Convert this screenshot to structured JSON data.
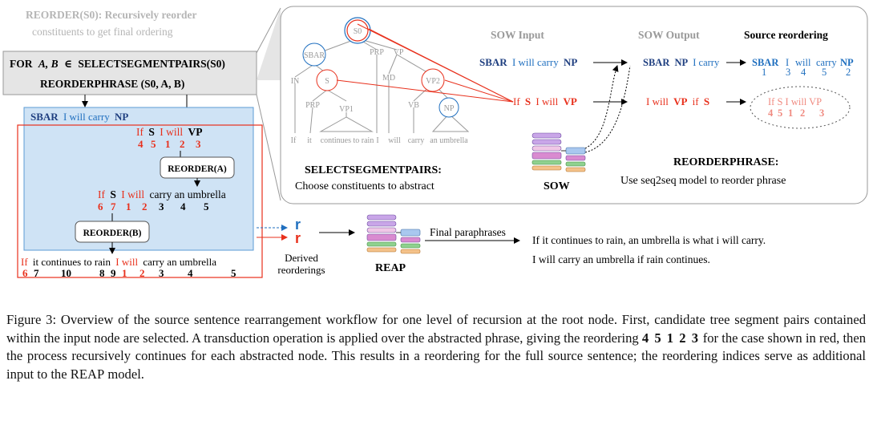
{
  "colors": {
    "blue": "#1f6fbf",
    "red": "#e8301c",
    "grey": "#b5b5b5",
    "box_fill": "#cfe3f5",
    "box_stroke": "#5b9bd5",
    "panel_stroke": "#999999",
    "salmon": "#f08a80"
  },
  "top_left": {
    "title": "REORDER(S0): Recursively reorder",
    "title_cont": "constituents to get final ordering"
  },
  "for_box": {
    "line1_prefix": "FOR",
    "line1_vars": "A, B",
    "line1_in": "∈",
    "line1_fn": "SELECTSEGMENTPAIRS(S0)",
    "line2": "REORDERPHRASE (S0, A, B)"
  },
  "blue_box": {
    "head_tag": "SBAR",
    "head_text": "I will carry",
    "head_np": "NP"
  },
  "step1": {
    "tokens": [
      "If",
      "S",
      "I will",
      "VP"
    ],
    "indices": [
      "4",
      "5",
      "1",
      "2",
      "3"
    ]
  },
  "reorder_a": "REORDER(A)",
  "step2": {
    "text_red": "If",
    "tag": "S",
    "text_red2": "I will",
    "text_black": "carry an umbrella",
    "indices": [
      "6",
      "7",
      "1",
      "2",
      "3",
      "4",
      "5"
    ]
  },
  "reorder_b": "REORDER(B)",
  "step3": {
    "red1": "If",
    "black1": "it continues to rain",
    "red2": "I will",
    "black2": "carry an umbrella",
    "indices": [
      "6",
      "7",
      "10",
      "8",
      "9",
      "1",
      "2",
      "3",
      "4",
      "5"
    ]
  },
  "tree": {
    "nodes": [
      "S0",
      "SBAR",
      "PRP",
      "VP",
      "IN",
      "S",
      "MD",
      "VP2",
      "PRP",
      "VP1",
      "VB",
      "NP"
    ],
    "leaves": [
      "If",
      "it",
      "continues to rain",
      "I",
      "will",
      "carry",
      "an umbrella"
    ]
  },
  "sow": {
    "input_header": "SOW Input",
    "output_header": "SOW Output",
    "source_header": "Source reordering",
    "row1_in": {
      "tag": "SBAR",
      "text": "I will carry",
      "np": "NP"
    },
    "row1_out": {
      "tag": "SBAR",
      "np": "NP",
      "text": "I carry"
    },
    "row1_src": {
      "tag": "SBAR",
      "words": [
        "I",
        "will",
        "carry"
      ],
      "np": "NP",
      "indices": [
        "1",
        "3",
        "4",
        "5",
        "2"
      ]
    },
    "row2_in": {
      "if": "If",
      "s": "S",
      "iwill": "I will",
      "vp": "VP"
    },
    "row2_out": {
      "iwill": "I will",
      "vp": "VP",
      "if": "if",
      "s": "S"
    },
    "row2_src": {
      "text": "If S I will VP",
      "indices": [
        "4",
        "5",
        "1",
        "2",
        "3"
      ]
    },
    "select_title": "SELECTSEGMENTPAIRS:",
    "select_sub": "Choose constituents to abstract",
    "sow_label": "SOW",
    "reorder_title": "REORDERPHRASE:",
    "reorder_sub": "Use seq2seq model to reorder phrase"
  },
  "bottom": {
    "r_label": "r",
    "derived": "Derived",
    "reorderings": "reorderings",
    "reap_label": "REAP",
    "final_paraphrases": "Final paraphrases",
    "para1": "If it continues to rain, an umbrella is what i will carry.",
    "para2": "I will carry an umbrella if rain continues."
  },
  "caption": {
    "p1": "Figure 3: Overview of the source sentence rearrangement workflow for one level of recursion at the root node. First, candidate tree segment pairs contained within the input node are selected. A transduction operation is applied over the abstracted phrase, giving the reordering",
    "bold": "4 5 1 2 3",
    "p2": "for the case shown in red, then the process recursively continues for each abstracted node. This results in a reordering for the full source sentence; the reordering indices serve as additional input to the",
    "reap": "REAP",
    "p3": "model."
  }
}
